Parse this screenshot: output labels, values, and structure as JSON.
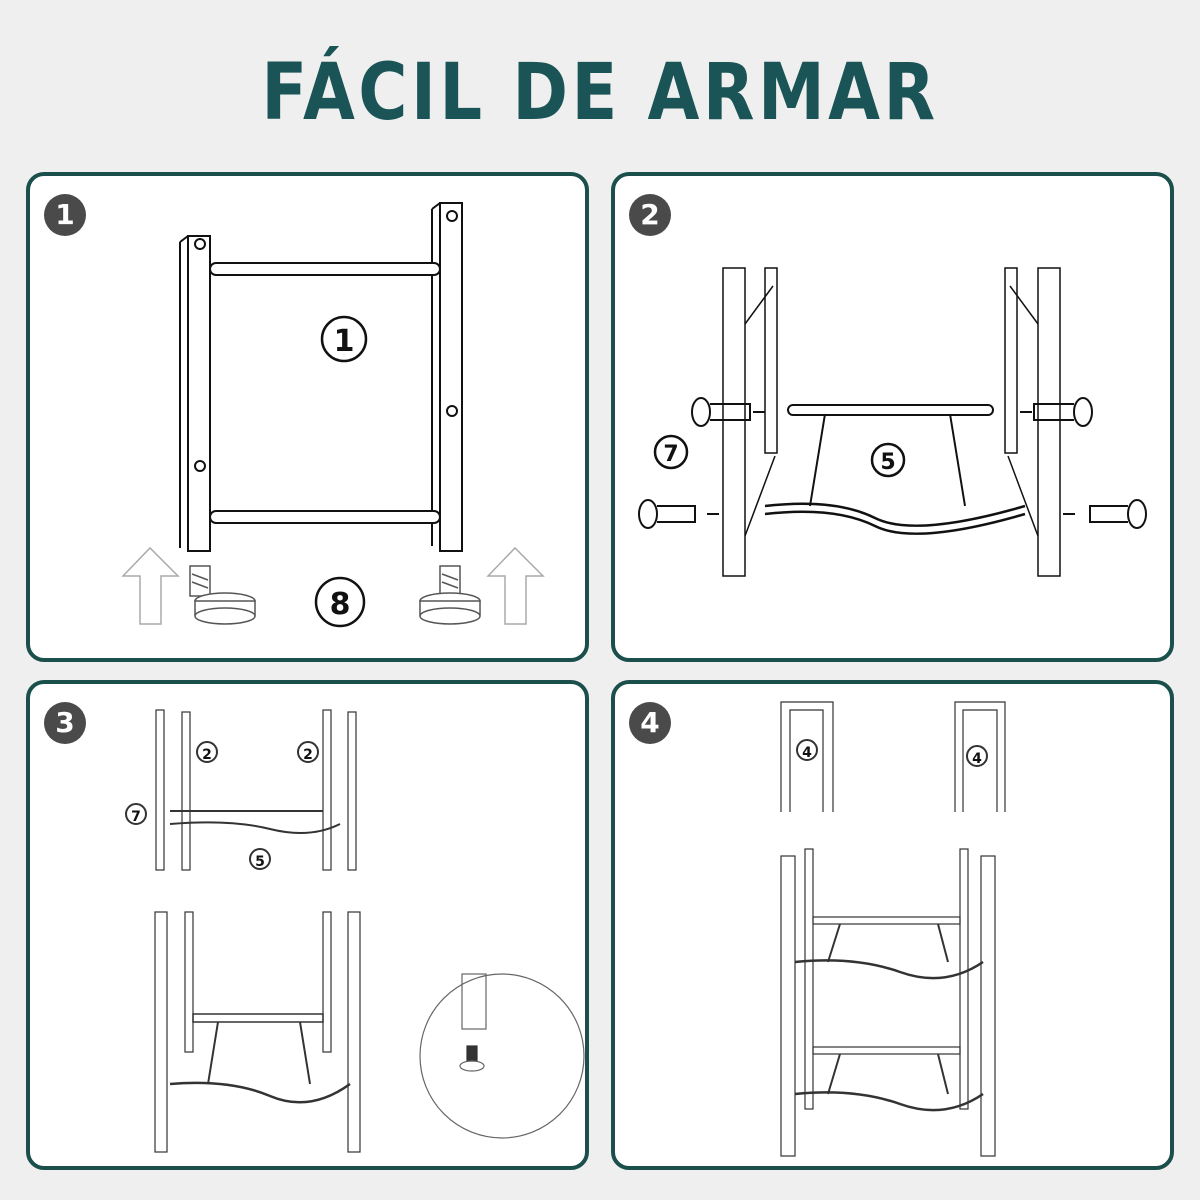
{
  "title": "FÁCIL DE ARMAR",
  "colors": {
    "accent": "#1a5456",
    "panel_border": "#1b4f4c",
    "badge": "#4a4a4a",
    "background": "#efefef"
  },
  "steps": [
    {
      "number": "1",
      "part_labels": [
        "1",
        "8"
      ]
    },
    {
      "number": "2",
      "part_labels": [
        "7",
        "5"
      ]
    },
    {
      "number": "3",
      "part_labels": [
        "2",
        "2",
        "7",
        "5"
      ]
    },
    {
      "number": "4",
      "part_labels": [
        "4",
        "4"
      ]
    }
  ]
}
